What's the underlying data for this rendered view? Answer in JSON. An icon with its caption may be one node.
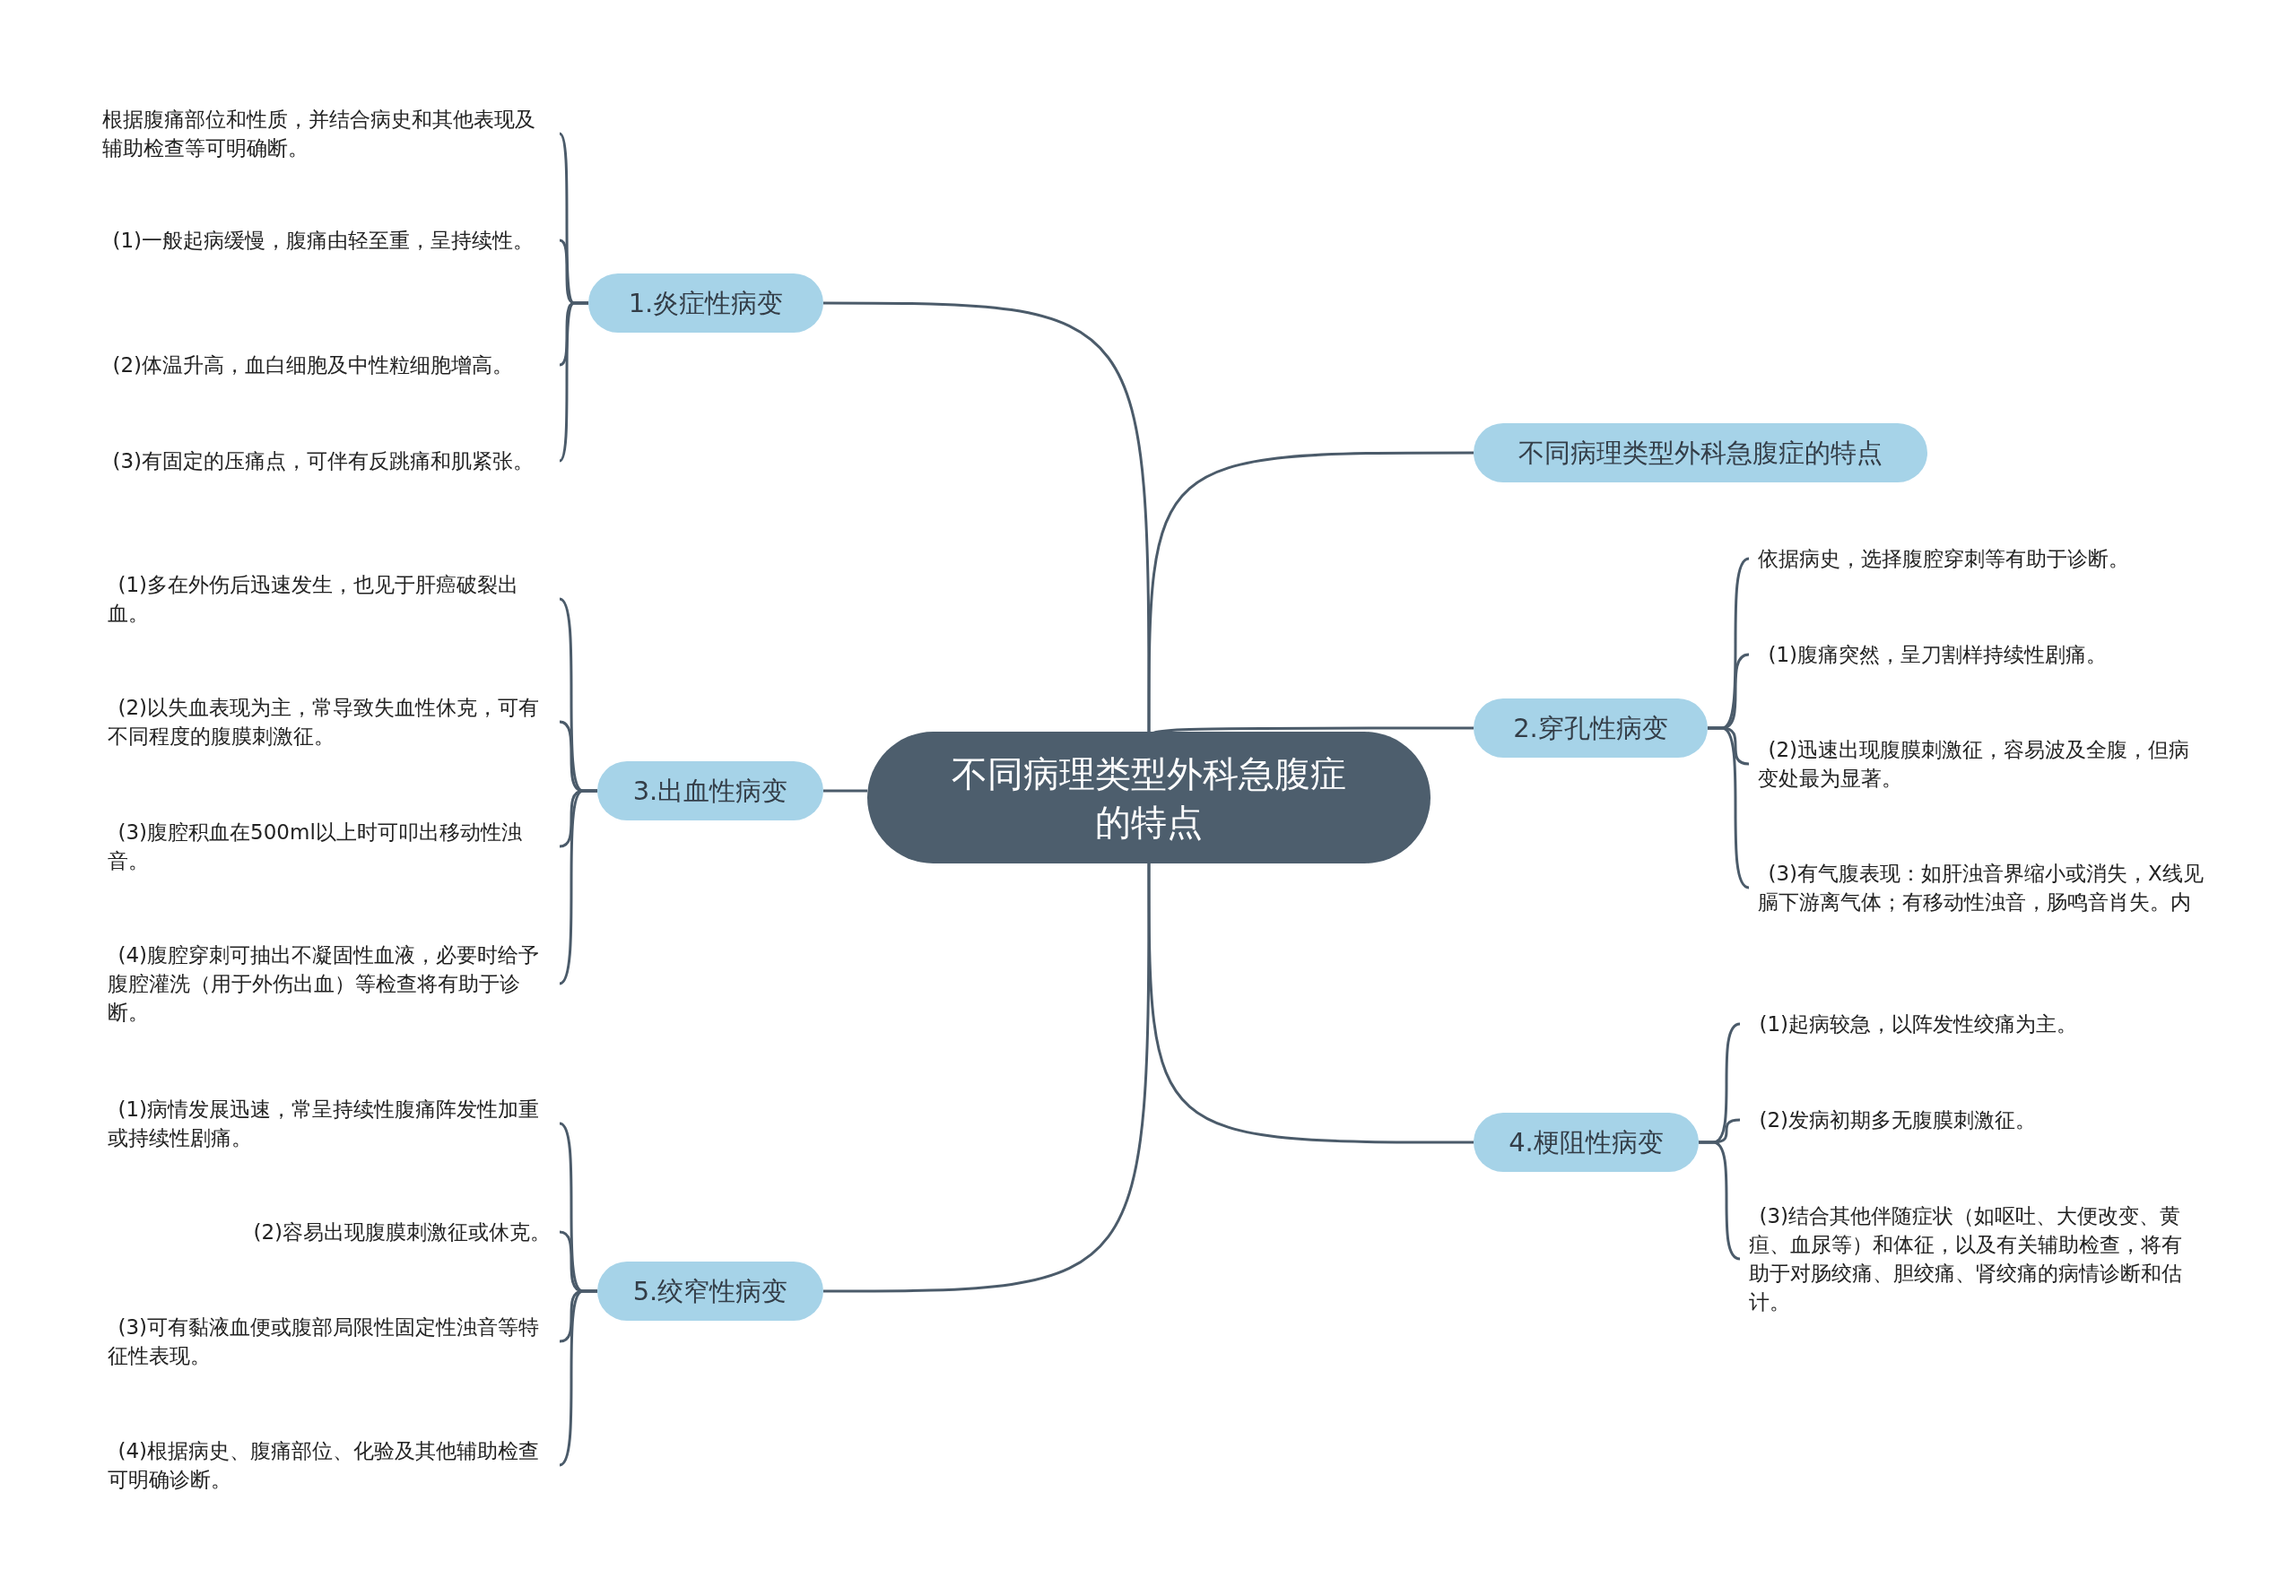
{
  "diagram": {
    "nodes": [
      {
        "text": [
          "不同病理类型外科急腹症的特点"
        ]
      },
      {
        "text": [
          "1.炎症性病变"
        ]
      },
      {
        "text": [
          "根据腹痛部位和性质，并结合病史和其他表现及辅助检查等可明确断。"
        ]
      },
      {
        "text": [
          "(1)一般起病缓慢，腹痛由轻至重，呈持续性。"
        ]
      },
      {
        "text": [
          "(2)体温升高，血白细胞及中性粒细胞增高。"
        ]
      },
      {
        "text": [
          "(3)有固定的压痛点，可伴有反跳痛和肌紧张。"
        ]
      },
      {
        "text": [
          "不同病理类型外科急腹症的特点"
        ]
      },
      {
        "text": [
          "2.穿孔性病变"
        ]
      },
      {
        "text": [
          "依据病史，选择腹腔穿刺等有助于诊断。"
        ]
      },
      {
        "text": [
          "(1)腹痛突然，呈刀割样持续性剧痛。"
        ]
      },
      {
        "text": [
          "(2)迅速出现腹膜刺激征，容易波及全腹，但病变处最为显著。"
        ]
      },
      {
        "text": [
          "(3)有气腹表现：如肝浊音界缩小或消失，X线见膈下游离气体；有移动性浊音，肠鸣音肖失。内"
        ]
      },
      {
        "text": [
          "3.出血性病变"
        ]
      },
      {
        "text": [
          "(1)多在外伤后迅速发生，也见于肝癌破裂出血。"
        ]
      },
      {
        "text": [
          "(2)以失血表现为主，常导致失血性休克，可有不同程度的腹膜刺激征。"
        ]
      },
      {
        "text": [
          "(3)腹腔积血在500ml以上时可叩出移动性浊音。"
        ]
      },
      {
        "text": [
          "(4)腹腔穿刺可抽出不凝固性血液，必要时给予腹腔灌洗（用于外伤出血）等检查将有助于诊断。"
        ]
      },
      {
        "text": [
          "4.梗阻性病变"
        ]
      },
      {
        "text": [
          "(1)起病较急，以阵发性绞痛为主。"
        ]
      },
      {
        "text": [
          "(2)发病初期多无腹膜刺激征。"
        ]
      },
      {
        "text": [
          "(3)结合其他伴随症状（如呕吐、大便改变、黄疸、血尿等）和体征，以及有关辅助检查，将有助于对肠绞痛、胆绞痛、肾绞痛的病情诊断和估计。"
        ]
      },
      {
        "text": [
          "5.绞窄性病变"
        ]
      },
      {
        "text": [
          "(1)病情发展迅速，常呈持续性腹痛阵发性加重或持续性剧痛。"
        ]
      },
      {
        "text": [
          "(2)容易出现腹膜刺激征或休克。"
        ]
      },
      {
        "text": [
          "(3)可有黏液血便或腹部局限性固定性浊音等特征性表现。"
        ]
      },
      {
        "text": [
          "(4)根据病史、腹痛部位、化验及其他辅助检查可明确诊断。"
        ]
      }
    ],
    "edges": [
      {
        "from": 0,
        "to": 1,
        "arrow": "none"
      },
      {
        "from": 1,
        "to": 2,
        "arrow": "none"
      },
      {
        "from": 1,
        "to": 3,
        "arrow": "none"
      },
      {
        "from": 1,
        "to": 4,
        "arrow": "none"
      },
      {
        "from": 1,
        "to": 5,
        "arrow": "none"
      },
      {
        "from": 0,
        "to": 6,
        "arrow": "none"
      },
      {
        "from": 0,
        "to": 7,
        "arrow": "none"
      },
      {
        "from": 7,
        "to": 8,
        "arrow": "none"
      },
      {
        "from": 7,
        "to": 9,
        "arrow": "none"
      },
      {
        "from": 7,
        "to": 10,
        "arrow": "none"
      },
      {
        "from": 7,
        "to": 11,
        "arrow": "none"
      },
      {
        "from": 0,
        "to": 12,
        "arrow": "none"
      },
      {
        "from": 12,
        "to": 13,
        "arrow": "none"
      },
      {
        "from": 12,
        "to": 14,
        "arrow": "none"
      },
      {
        "from": 12,
        "to": 15,
        "arrow": "none"
      },
      {
        "from": 12,
        "to": 16,
        "arrow": "none"
      },
      {
        "from": 0,
        "to": 17,
        "arrow": "none"
      },
      {
        "from": 17,
        "to": 18,
        "arrow": "none"
      },
      {
        "from": 17,
        "to": 19,
        "arrow": "none"
      },
      {
        "from": 17,
        "to": 20,
        "arrow": "none"
      },
      {
        "from": 0,
        "to": 21,
        "arrow": "none"
      },
      {
        "from": 21,
        "to": 22,
        "arrow": "none"
      },
      {
        "from": 21,
        "to": 23,
        "arrow": "none"
      },
      {
        "from": 21,
        "to": 24,
        "arrow": "none"
      },
      {
        "from": 21,
        "to": 25,
        "arrow": "none"
      }
    ]
  }
}
